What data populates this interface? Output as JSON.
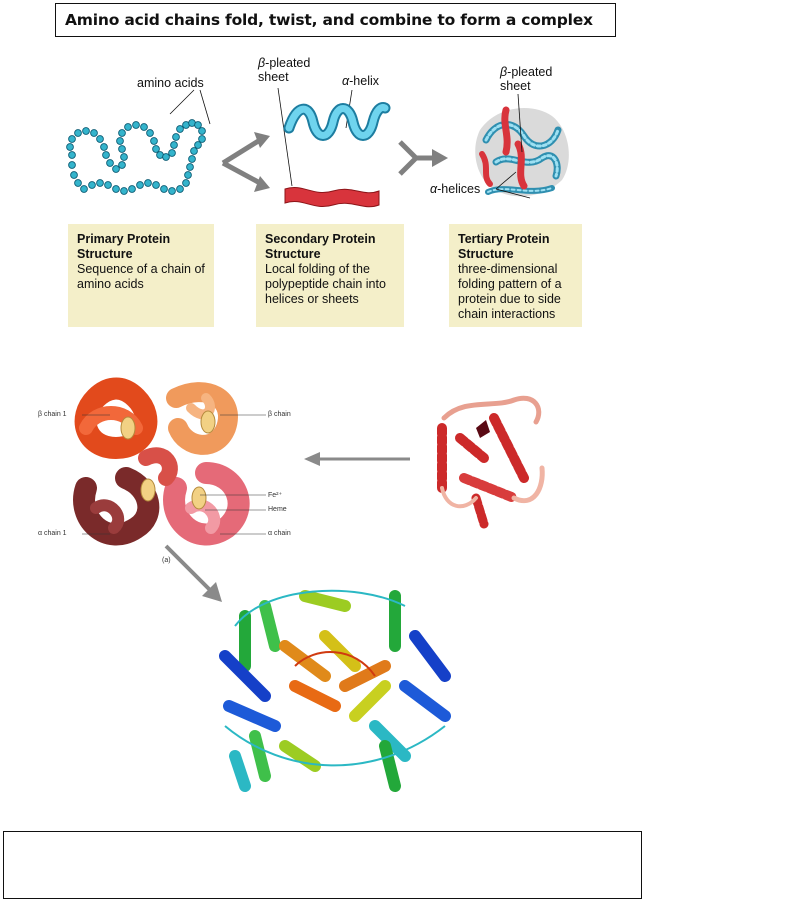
{
  "title": "Amino acid chains fold, twist, and combine to form a complex",
  "labels": {
    "amino_acids": "amino acids",
    "beta_prefix": "β",
    "pleated_sheet_1": "-pleated",
    "sheet": "sheet",
    "alpha_prefix": "α",
    "helix": "-helix",
    "helices": "-helices"
  },
  "cards": [
    {
      "title": "Primary Protein Structure",
      "desc": "Sequence of a chain of amino acids"
    },
    {
      "title": "Secondary Protein Structure",
      "desc": "Local folding of the polypeptide chain into helices or sheets"
    },
    {
      "title": "Tertiary Protein Structure",
      "desc": "three-dimensional folding pattern of a protein due to side chain interactions"
    }
  ],
  "hemoglobin_labels": {
    "beta_chain_1": "β chain 1",
    "beta_chain": "β chain",
    "fe": "Fe²⁺",
    "heme": "Heme",
    "alpha_chain_1": "α chain 1",
    "alpha_chain": "α chain",
    "panel": "(a)"
  },
  "colors": {
    "helix_blue": "#3ab4d8",
    "sheet_red": "#d8343c",
    "bead_cyan": "#34b4cc",
    "card_bg": "#f4efc9",
    "arrow_gray": "#808080"
  }
}
